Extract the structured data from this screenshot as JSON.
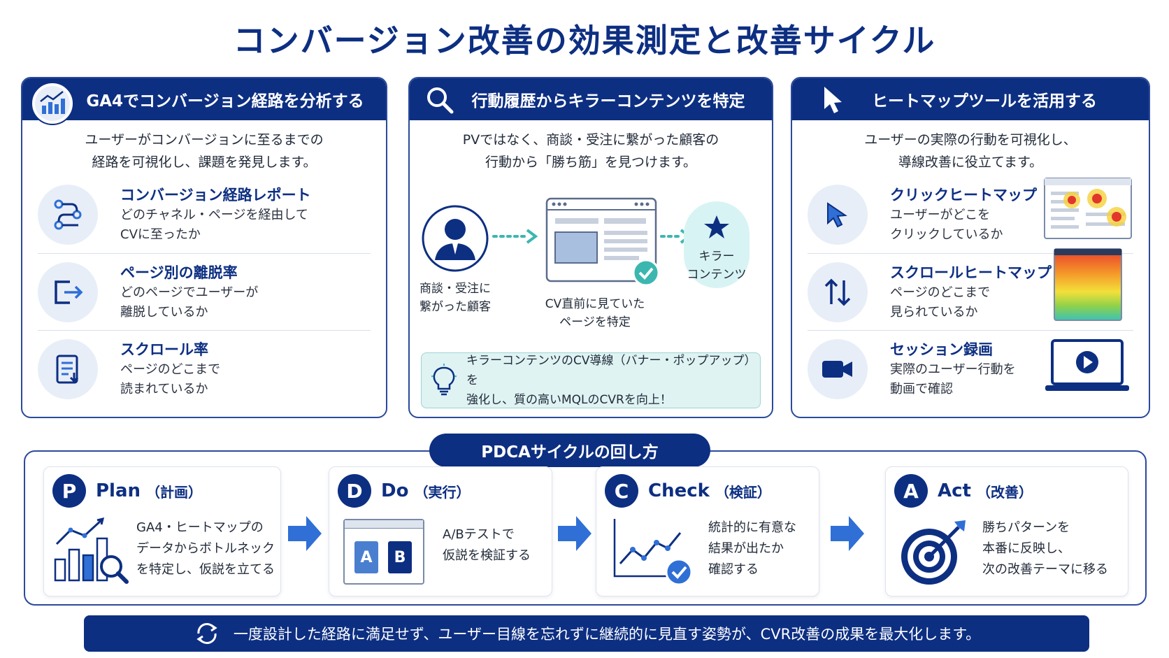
{
  "title": "コンバージョン改善の効果測定と改善サイクル",
  "cards": {
    "ga4": {
      "heading": "GA4でコンバージョン経路を分析する",
      "intro": "ユーザーがコンバージョンに至るまでの\n経路を可視化し、課題を発見します。",
      "items": [
        {
          "title": "コンバージョン経路レポート",
          "desc": "どのチャネル・ページを経由して\nCVに至ったか",
          "icon": "route-icon"
        },
        {
          "title": "ページ別の離脱率",
          "desc": "どのページでユーザーが\n離脱しているか",
          "icon": "exit-icon"
        },
        {
          "title": "スクロール率",
          "desc": "ページのどこまで\n読まれているか",
          "icon": "document-icon"
        }
      ]
    },
    "behavior": {
      "heading": "行動履歴からキラーコンテンツを特定",
      "intro": "PVではなく、商談・受注に繋がった顧客の\n行動から「勝ち筋」を見つけます。",
      "customer_label": "商談・受注に\n繋がった顧客",
      "page_label": "CV直前に見ていた\nページを特定",
      "killer_label": "キラー\nコンテンツ",
      "tip": "キラーコンテンツのCV導線（バナー・ポップアップ）を\n強化し、質の高いMQLのCVRを向上！"
    },
    "heatmap": {
      "heading": "ヒートマップツールを活用する",
      "intro": "ユーザーの実際の行動を可視化し、\n導線改善に役立てます。",
      "items": [
        {
          "title": "クリックヒートマップ",
          "desc": "ユーザーがどこを\nクリックしているか",
          "icon": "cursor-icon"
        },
        {
          "title": "スクロールヒートマップ",
          "desc": "ページのどこまで\n見られているか",
          "icon": "scroll-arrows-icon"
        },
        {
          "title": "セッション録画",
          "desc": "実際のユーザー行動を\n動画で確認",
          "icon": "video-camera-icon"
        }
      ]
    }
  },
  "pdca": {
    "badge": "PDCAサイクルの回し方",
    "steps": [
      {
        "letter": "P",
        "name": "Plan",
        "sub": "（計画）",
        "desc": "GA4・ヒートマップの\nデータからボトルネック\nを特定し、仮説を立てる"
      },
      {
        "letter": "D",
        "name": "Do",
        "sub": "（実行）",
        "desc": "A/Bテストで\n仮説を検証する",
        "ab": [
          "A",
          "B"
        ]
      },
      {
        "letter": "C",
        "name": "Check",
        "sub": "（検証）",
        "desc": "統計的に有意な\n結果が出たか\n確認する"
      },
      {
        "letter": "A",
        "name": "Act",
        "sub": "（改善）",
        "desc": "勝ちパターンを\n本番に反映し、\n次の改善テーマに移る"
      }
    ]
  },
  "banner": "一度設計した経路に満足せず、ユーザー目線を忘れずに継続的に見直す姿勢が、CVR改善の成果を最大化します。",
  "colors": {
    "navy": "#0d2f82",
    "accent": "#2f6fd6",
    "teal": "#3bb7b0"
  }
}
